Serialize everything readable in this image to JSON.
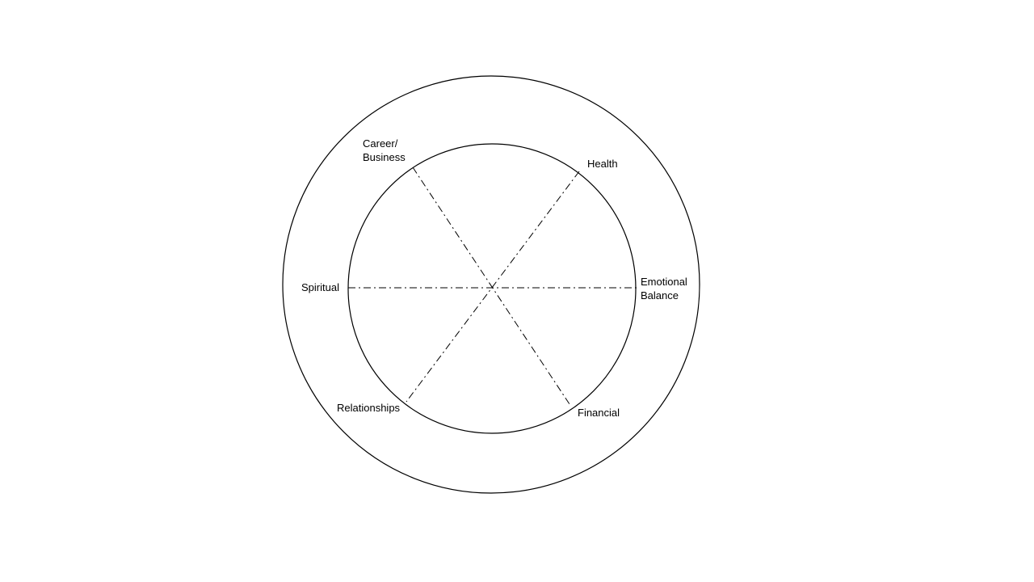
{
  "diagram": {
    "stroke_color": "#000000",
    "background_color": "#ffffff",
    "segments": [
      {
        "key": "career",
        "label": "Career/\nBusiness"
      },
      {
        "key": "health",
        "label": "Health"
      },
      {
        "key": "emotional",
        "label": "Emotional\nBalance"
      },
      {
        "key": "financial",
        "label": "Financial"
      },
      {
        "key": "relationships",
        "label": "Relationships"
      },
      {
        "key": "spiritual",
        "label": "Spiritual"
      }
    ]
  }
}
